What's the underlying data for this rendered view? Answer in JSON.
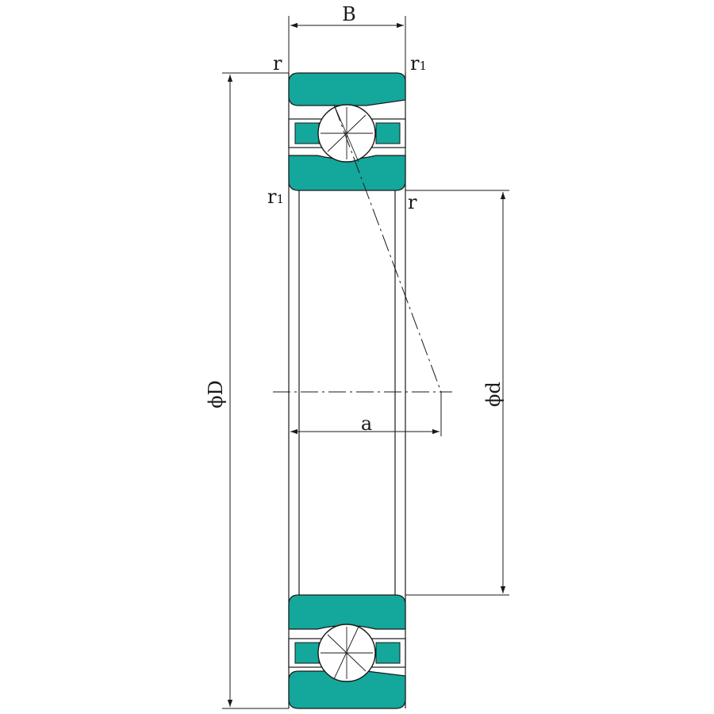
{
  "colors": {
    "fill": "#14a79b",
    "line": "#1a1a1a",
    "background": "#ffffff"
  },
  "labels": {
    "width": "B",
    "outer_diameter": "ϕD",
    "inner_diameter": "ϕd",
    "load_center": "a",
    "r_top_left": "r",
    "r1_top_right": "r1",
    "r1_inner_left": "r1",
    "r_inner_right": "r"
  }
}
